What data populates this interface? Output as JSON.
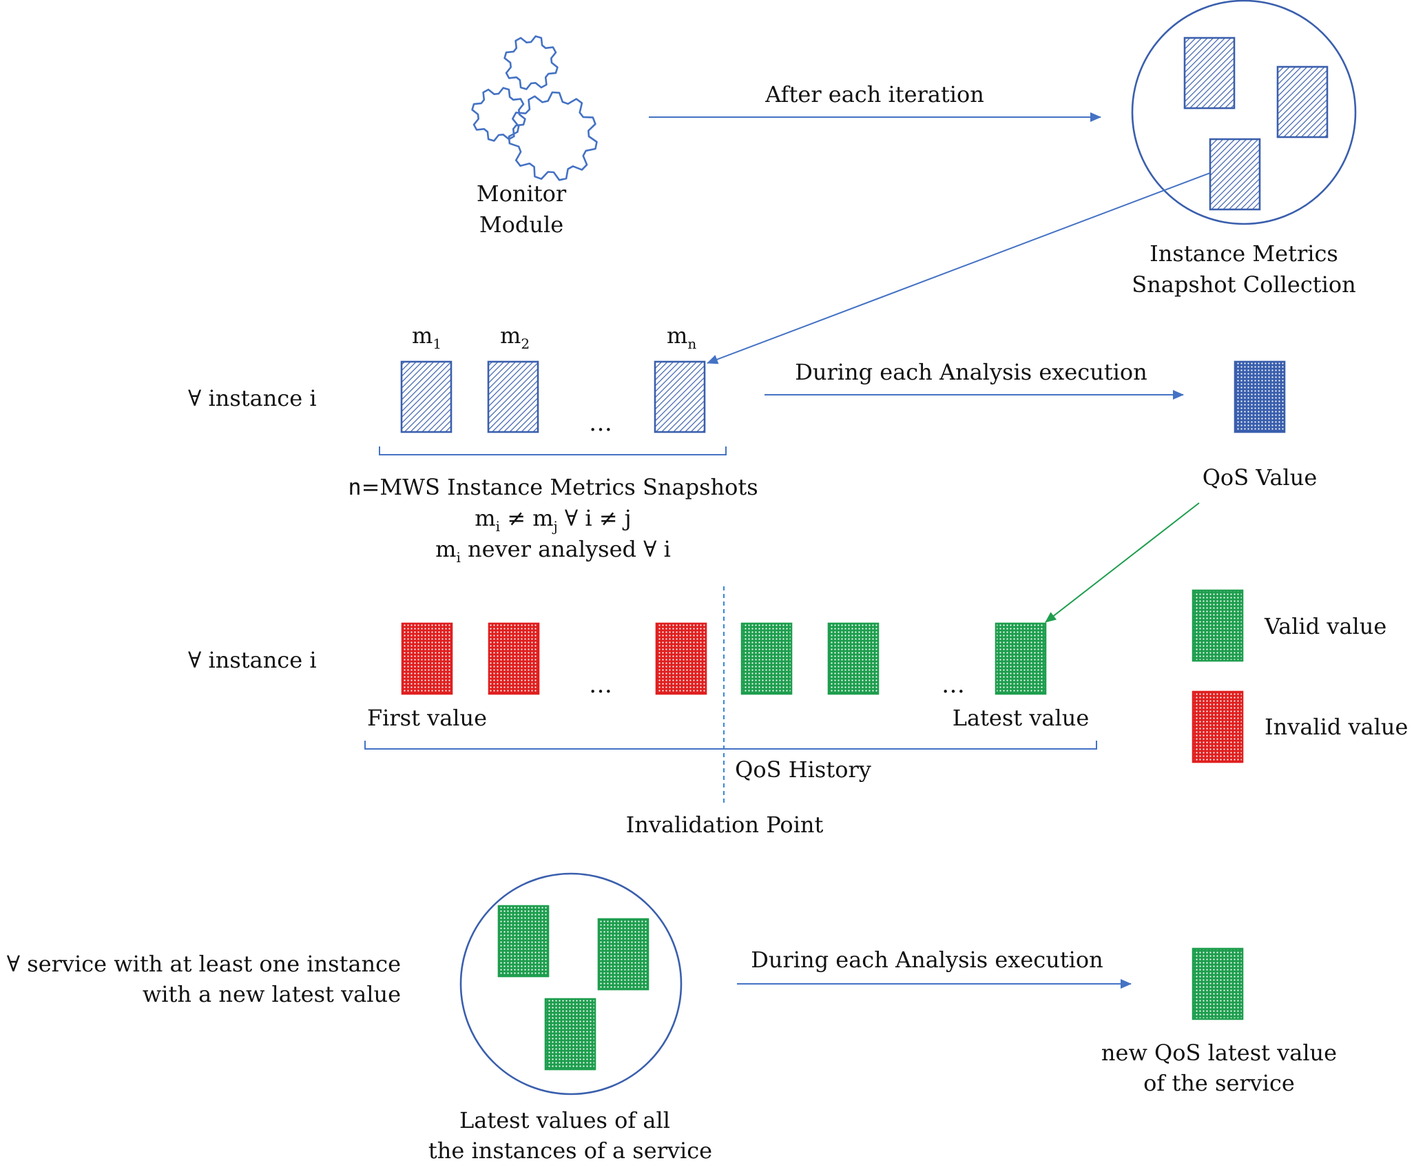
{
  "colors": {
    "blue": "#3a5fad",
    "arrow_blue": "#4472c4",
    "green": "#1e9e4e",
    "red": "#e02020",
    "dashed": "#3a86d8"
  },
  "icons": {
    "monitor": "gears-icon"
  },
  "monitor": {
    "line1": "Monitor",
    "line2": "Module"
  },
  "arrows": {
    "after_iteration": "After each iteration",
    "during_analysis": "During each Analysis execution",
    "during_analysis_service": "During each Analysis execution"
  },
  "collection": {
    "line1": "Instance Metrics",
    "line2": "Snapshot Collection"
  },
  "row1": {
    "forall": "∀ instance i",
    "m1": "m",
    "m1_sub": "1",
    "m2": "m",
    "m2_sub": "2",
    "mn": "m",
    "mn_sub": "n",
    "ellipsis": "…",
    "cond1_prefix": "n",
    "cond1_rest": "=MWS Instance Metrics Snapshots",
    "cond2_a": "m",
    "cond2_a_sub": "i",
    "cond2_b": " ≠ m",
    "cond2_b_sub": "j",
    "cond2_c": " ∀ i ≠ j",
    "cond3_a": "m",
    "cond3_a_sub": "i",
    "cond3_b": " never analysed ∀ i"
  },
  "qos_value": "QoS Value",
  "row2": {
    "forall": "∀ instance i",
    "ellipsis_red": "…",
    "ellipsis_green": "…",
    "first": "First value",
    "latest": "Latest value",
    "history": "QoS History",
    "invalidation": "Invalidation Point"
  },
  "legend": {
    "valid": "Valid value",
    "invalid": "Invalid value"
  },
  "service": {
    "line1": "∀ service with at least one instance",
    "line2": "with a new latest value",
    "circle_line1": "Latest values of all",
    "circle_line2": "the instances of a service",
    "result_line1": "new QoS latest value",
    "result_line2": "of the service"
  }
}
